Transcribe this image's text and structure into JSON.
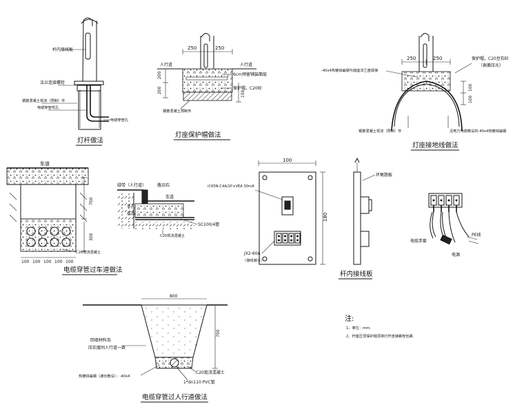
{
  "pole_method": {
    "title": "灯杆做法",
    "labels": {
      "pole_board": "杆内接线板",
      "flange_bolt": "法兰连接螺栓",
      "base": "钢筋混凝土现浇（预制）件",
      "conduit": "电缆穿管弯孔",
      "cable_hole": "电缆穿管孔"
    }
  },
  "cap_method": {
    "title": "灯座保护帽做法",
    "dims": [
      "250",
      "250",
      "200",
      "200",
      "150"
    ],
    "labels": {
      "sidewalk_left": "人行道",
      "sidewalk_right": "人行道",
      "paving": "6cm预留铺装面层",
      "cap": "保护帽，C20砼",
      "base": "钢筋混凝土预制件"
    }
  },
  "ground_method": {
    "title": "灯座接地线做法",
    "dims": [
      "250",
      "250",
      "100",
      "100"
    ],
    "labels": {
      "weld": "-40x4热镀锌扁钢与底座法兰盘焊接",
      "cap": "保护帽，C20豆石砼",
      "cap_note": "（表面压光）",
      "base": "钢筋混凝土现浇（预制）件",
      "strip": "沿电力电缆敷设的-40x4热镀锌扁钢"
    }
  },
  "road_method": {
    "title": "电缆穿管过车道做法",
    "road": "车道",
    "dims": [
      "700",
      "300",
      "100",
      "100",
      "100",
      "100",
      "100"
    ],
    "concrete": "C20现浇混凝土"
  },
  "curb_section": {
    "labels": {
      "green": "绿带（人行道）",
      "curb": "路沿石",
      "road": "车道",
      "hole": "手孔",
      "finish": "成品",
      "pipe": "SC100/4管",
      "concrete": "C20现浇混凝土"
    }
  },
  "board_front": {
    "width": "100",
    "height": "180",
    "breaker": "iC65N-C4A/1P+VEA 30mA",
    "terminal": "JX2-60A",
    "terminal_note": "（接线端子）"
  },
  "board_side": {
    "title": "杆内接线板",
    "label": "环氧脂板"
  },
  "wiring": {
    "cable_end": "电缆手套",
    "pe": "PE线",
    "source": "电源"
  },
  "sidewalk_method": {
    "title": "电缆穿管过人行道做法",
    "top_dim": "800",
    "depth_dim": "700",
    "backfill": "回填材料及",
    "backfill2": "压实度同人行道一致",
    "strip": "热镀锌扁钢（通长敷设）：-40x4",
    "concrete": "C20现浇混凝土",
    "pipe": "1*dn110 PVC管"
  },
  "notes": {
    "title": "注:",
    "items": [
      "1、单位：mm;",
      "2、杆座压顶保护帽须将灯杆连接螺栓包裹."
    ]
  }
}
